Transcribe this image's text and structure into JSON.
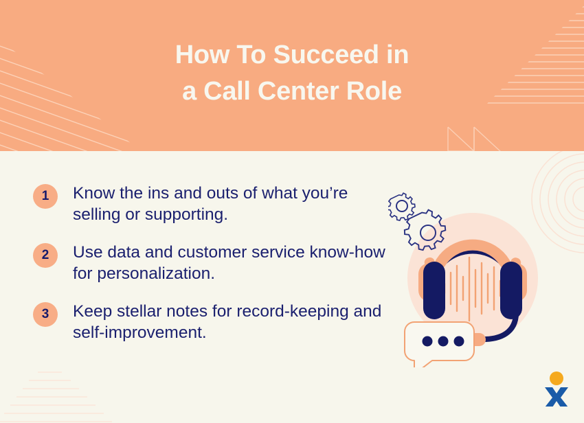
{
  "header": {
    "title_line1": "How To Succeed in",
    "title_line2": "a Call Center Role",
    "background_color": "#f8ab81",
    "text_color": "#f8f7ef"
  },
  "theme": {
    "page_background": "#f7f6ec",
    "peach": "#f8ab81",
    "peach_light": "#fbe3d6",
    "peach_badge": "#f8ad86",
    "navy": "#1a1f6e",
    "navy_deep": "#161a6b",
    "orange_accent": "#f5a97f",
    "logo_blue": "#1a5ba8",
    "logo_gold": "#f5a91e"
  },
  "tips": [
    {
      "number": "1",
      "text": "Know the ins and outs of what you’re selling or supporting."
    },
    {
      "number": "2",
      "text": "Use data and customer service know-how for personalization."
    },
    {
      "number": "3",
      "text": "Keep stellar notes for record-keeping and self-improvement."
    }
  ],
  "illustration": {
    "name": "call-center-headset-illustration",
    "elements": [
      "headset",
      "sound-waveform",
      "gear-small",
      "gear-large",
      "speech-bubble",
      "background-circle"
    ],
    "speech_bubble_dots": 3,
    "waveform_bars": 13
  },
  "logo": {
    "mark_letter": "X",
    "accent_shape": "circle"
  }
}
